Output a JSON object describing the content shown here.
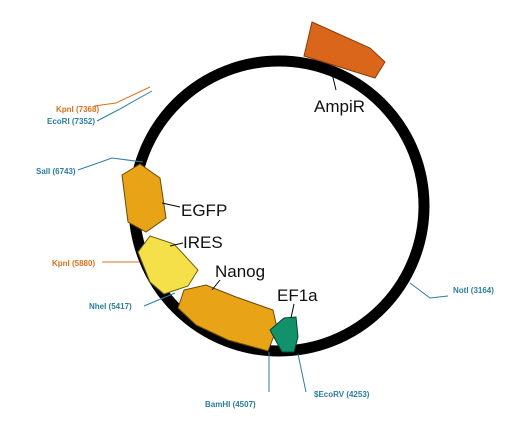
{
  "colors": {
    "backbone": "#000000",
    "site_orange": "#d7731c",
    "site_blue": "#2b7ea1",
    "ampir": "#d9661a",
    "egfp": "#e8a317",
    "ires": "#f5e04a",
    "nanog": "#e8a317",
    "ef1a": "#12926b"
  },
  "features": [
    {
      "id": "ampir",
      "label": "AmpiR",
      "icon": "arrow-feature"
    },
    {
      "id": "egfp",
      "label": "EGFP",
      "icon": "arrow-feature"
    },
    {
      "id": "ires",
      "label": "IRES",
      "icon": "arrow-feature"
    },
    {
      "id": "nanog",
      "label": "Nanog",
      "icon": "arrow-feature"
    },
    {
      "id": "ef1a",
      "label": "EF1a",
      "icon": "arrow-feature"
    }
  ],
  "sites": [
    {
      "id": "kpni-7368",
      "label": "KpnI (7368)",
      "color": "orange"
    },
    {
      "id": "ecori-7352",
      "label": "EcoRI (7352)",
      "color": "blue"
    },
    {
      "id": "sali-6743",
      "label": "SalI (6743)",
      "color": "blue"
    },
    {
      "id": "kpni-5880",
      "label": "KpnI (5880)",
      "color": "orange"
    },
    {
      "id": "nhei-5417",
      "label": "NheI (5417)",
      "color": "blue"
    },
    {
      "id": "bamhi-4507",
      "label": "BamHI (4507)",
      "color": "blue"
    },
    {
      "id": "ecorv-4253",
      "label": "$EcoRV (4253)",
      "color": "blue"
    },
    {
      "id": "noti-3164",
      "label": "NotI (3164)",
      "color": "blue"
    }
  ]
}
